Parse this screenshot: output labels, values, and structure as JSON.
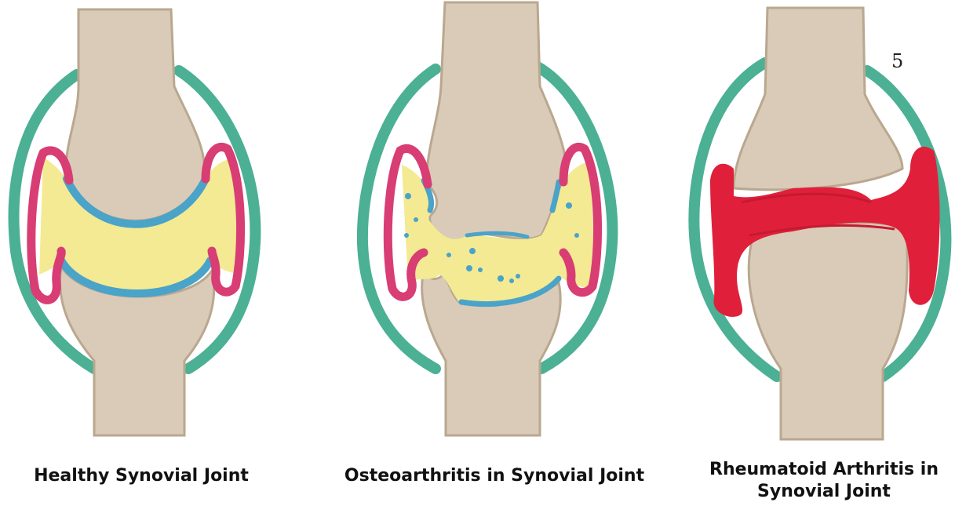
{
  "page_number": "5",
  "colors": {
    "bone": "#d9cbb8",
    "bone_outline": "#b9a88f",
    "capsule": "#4bb094",
    "synovial_membrane": "#d83d74",
    "cartilage": "#4aa3c8",
    "synovial_fluid": "#f3ea93",
    "inflamed_membrane": "#e0203a"
  },
  "panels": [
    {
      "caption": "Healthy Synovial Joint"
    },
    {
      "caption": "Osteoarthritis in Synovial Joint"
    },
    {
      "caption_lines": [
        "Rheumatoid Arthritis in",
        "Synovial Joint"
      ]
    }
  ]
}
